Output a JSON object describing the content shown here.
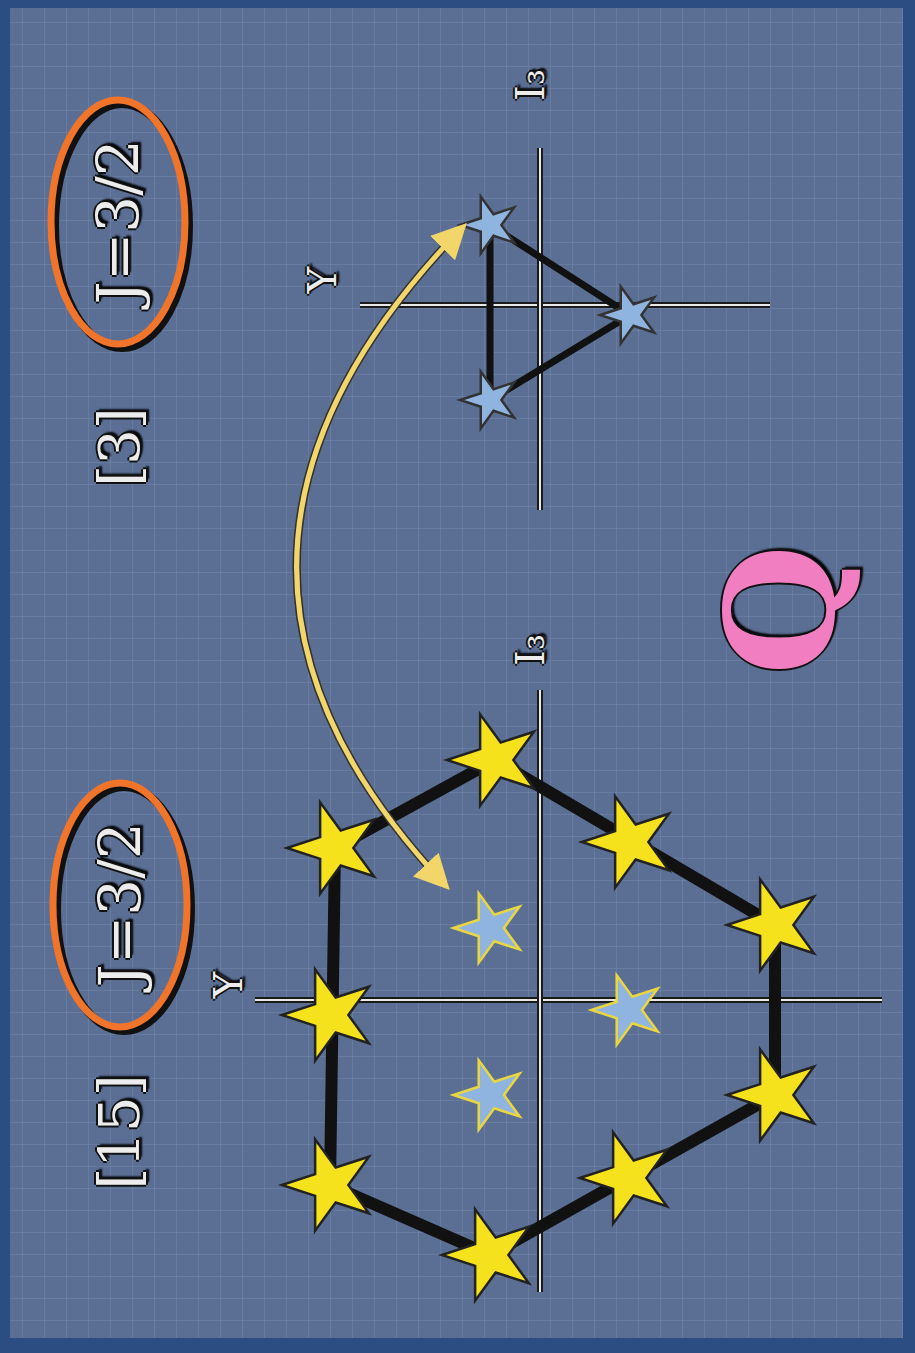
{
  "diagram": {
    "nodes": [
      {
        "text": [
          "J=3/2"
        ]
      },
      {
        "text": [
          "J=3/2"
        ]
      }
    ],
    "labels": [
      "[15]",
      "[3]",
      "Y",
      "I₃",
      "Y",
      "I₃",
      "Q"
    ]
  }
}
